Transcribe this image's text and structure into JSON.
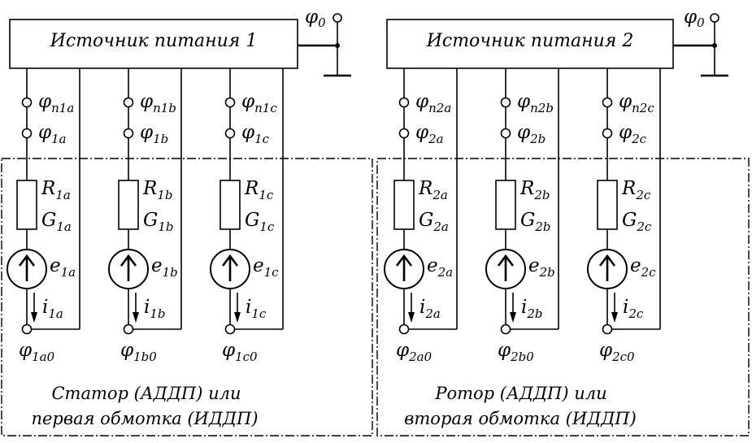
{
  "ground_symbol": "φ",
  "ground_sub": "0",
  "sources": [
    {
      "title": "Источник питания 1"
    },
    {
      "title": "Источник питания 2"
    }
  ],
  "windings": [
    {
      "caption_line1": "Статор (АДДП) или",
      "caption_line2": "первая обмотка (ИДДП)",
      "phases": [
        {
          "phi_n": "n1a",
          "phi": "1a",
          "R": "1a",
          "G": "1a",
          "e": "1a",
          "i": "1a",
          "phi0": "1a0"
        },
        {
          "phi_n": "n1b",
          "phi": "1b",
          "R": "1b",
          "G": "1b",
          "e": "1b",
          "i": "1b",
          "phi0": "1b0"
        },
        {
          "phi_n": "n1c",
          "phi": "1c",
          "R": "1c",
          "G": "1c",
          "e": "1c",
          "i": "1c",
          "phi0": "1c0"
        }
      ]
    },
    {
      "caption_line1": "Ротор (АДДП) или",
      "caption_line2": "вторая обмотка (ИДДП)",
      "phases": [
        {
          "phi_n": "n2a",
          "phi": "2a",
          "R": "2a",
          "G": "2a",
          "e": "2a",
          "i": "2a",
          "phi0": "2a0"
        },
        {
          "phi_n": "n2b",
          "phi": "2b",
          "R": "2b",
          "G": "2b",
          "e": "2b",
          "i": "2b",
          "phi0": "2b0"
        },
        {
          "phi_n": "n2c",
          "phi": "2c",
          "R": "2c",
          "G": "2c",
          "e": "2c",
          "i": "2c",
          "phi0": "2c0"
        }
      ]
    }
  ],
  "symbols": {
    "phi": "φ",
    "R": "R",
    "G": "G",
    "e": "e",
    "i": "i"
  }
}
